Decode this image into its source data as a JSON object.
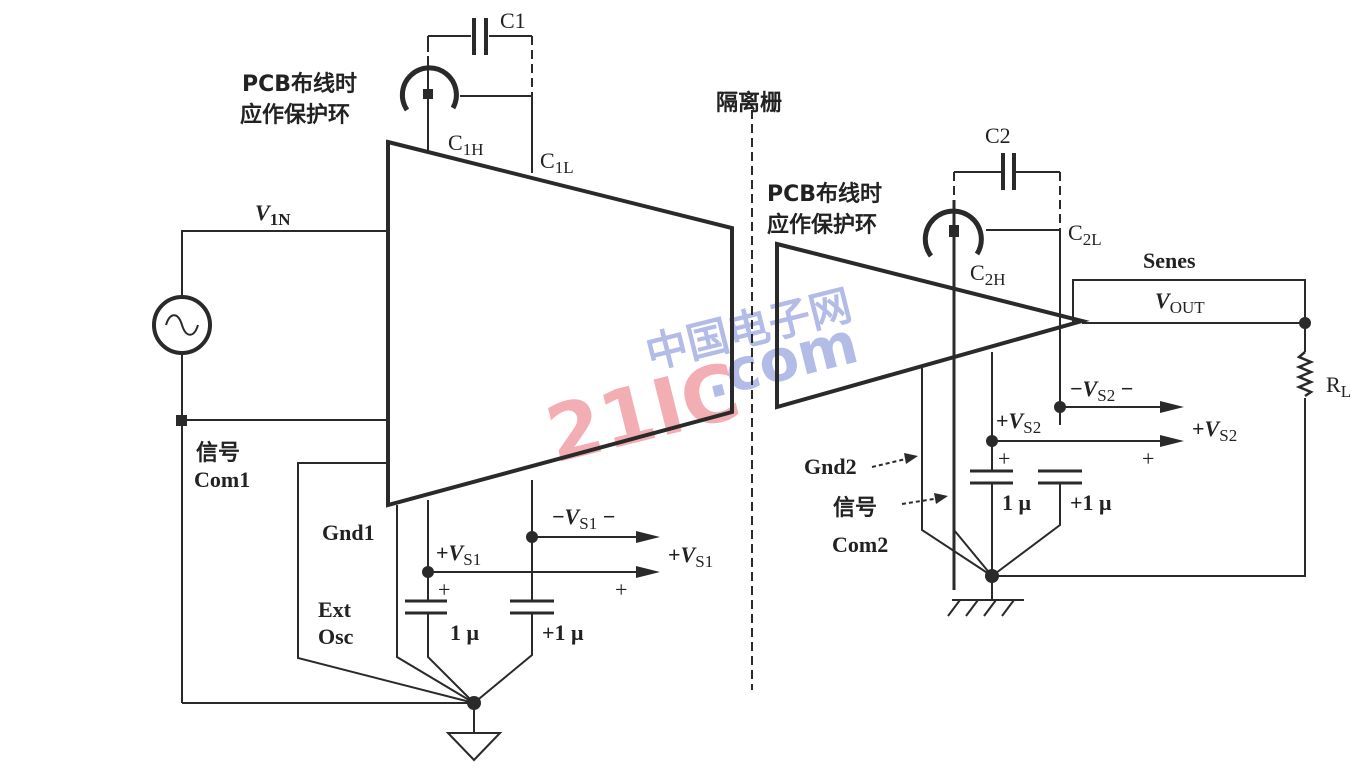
{
  "diagram": {
    "type": "isolation amplifier wiring schematic",
    "isolation_barrier_label": "隔离栅",
    "watermark": {
      "red_text": "21IC",
      "blue_text_cn": "中国电子网",
      "blue_text": ".com",
      "red_color": "#f1a0a8",
      "blue_color": "#9aa5e0"
    },
    "left_stage": {
      "guard_ring_note_line1": "PCB布线时",
      "guard_ring_note_line2": "应作保护环",
      "capacitor_top": "C1",
      "pin_high": {
        "base": "C",
        "sub": "1H"
      },
      "pin_low": {
        "base": "C",
        "sub": "1L"
      },
      "input": {
        "base": "V",
        "sub": "1N"
      },
      "signal_common_line1": "信号",
      "signal_common_line2": "Com1",
      "ground_label": "Gnd1",
      "ext_osc_line1": "Ext",
      "ext_osc_line2": "Osc",
      "neg_supply": {
        "prefix": "−",
        "base": "V",
        "sub": "S1",
        "suffix": " −"
      },
      "pos_supply_node": {
        "prefix": "+",
        "base": "V",
        "sub": "S1"
      },
      "supply_out": {
        "prefix": "+",
        "base": "V",
        "sub": "S1"
      },
      "plus_mark_cap": "+",
      "plus_mark_out": "+",
      "cap_left_value": "1 μ",
      "cap_right_value": "+1 μ"
    },
    "right_stage": {
      "guard_ring_note_line1": "PCB布线时",
      "guard_ring_note_line2": "应作保护环",
      "capacitor_top": "C2",
      "pin_high": {
        "base": "C",
        "sub": "2H"
      },
      "pin_low": {
        "base": "C",
        "sub": "2L"
      },
      "sense_label": "Senes",
      "output": {
        "base": "V",
        "sub": "OUT"
      },
      "load": {
        "base": "R",
        "sub": "L"
      },
      "neg_supply": {
        "prefix": "−",
        "base": "V",
        "sub": "S2",
        "suffix": " −"
      },
      "pos_supply_node": {
        "prefix": "+",
        "base": "V",
        "sub": "S2"
      },
      "supply_out": {
        "prefix": "+",
        "base": "V",
        "sub": "S2"
      },
      "plus_mark_cap": "+",
      "plus_mark_out": "+",
      "ground_label": "Gnd2",
      "signal_common_line1": "信号",
      "signal_common_line2": "Com2",
      "cap_left_value": "1 μ",
      "cap_right_value": "+1 μ"
    }
  }
}
